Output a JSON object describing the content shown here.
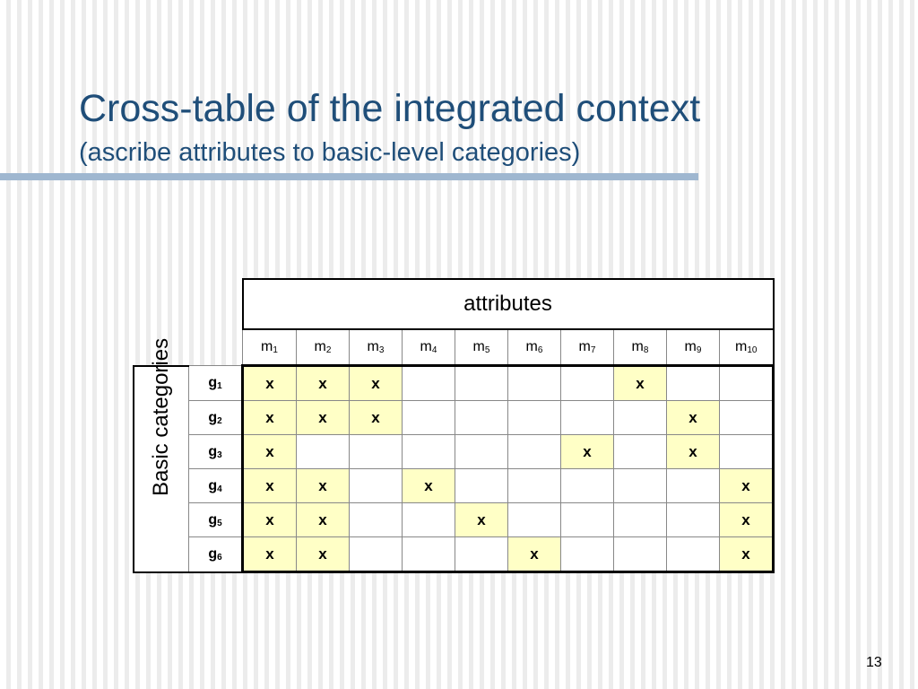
{
  "slide": {
    "title": "Cross-table of the integrated context",
    "subtitle": "(ascribe attributes to basic-level categories)",
    "page_number": "13"
  },
  "table": {
    "header_label": "attributes",
    "side_label": "Basic categories",
    "attributes": [
      {
        "base": "m",
        "sub": "1"
      },
      {
        "base": "m",
        "sub": "2"
      },
      {
        "base": "m",
        "sub": "3"
      },
      {
        "base": "m",
        "sub": "4"
      },
      {
        "base": "m",
        "sub": "5"
      },
      {
        "base": "m",
        "sub": "6"
      },
      {
        "base": "m",
        "sub": "7"
      },
      {
        "base": "m",
        "sub": "8"
      },
      {
        "base": "m",
        "sub": "9"
      },
      {
        "base": "m",
        "sub": "10"
      }
    ],
    "rows": [
      {
        "base": "g",
        "sub": "1",
        "cells": [
          "x",
          "x",
          "x",
          "",
          "",
          "",
          "",
          "x",
          "",
          ""
        ],
        "highlight": [
          1,
          1,
          1,
          0,
          0,
          0,
          0,
          1,
          0,
          0
        ]
      },
      {
        "base": "g",
        "sub": "2",
        "cells": [
          "x",
          "x",
          "x",
          "",
          "",
          "",
          "",
          "",
          "x",
          ""
        ],
        "highlight": [
          1,
          1,
          1,
          0,
          0,
          0,
          0,
          0,
          1,
          0
        ]
      },
      {
        "base": "g",
        "sub": "3",
        "cells": [
          "x",
          "",
          "",
          "",
          "",
          "",
          "x",
          "",
          "x",
          ""
        ],
        "highlight": [
          1,
          0,
          0,
          0,
          0,
          0,
          1,
          0,
          1,
          0
        ]
      },
      {
        "base": "g",
        "sub": "4",
        "cells": [
          "x",
          "x",
          "",
          "x",
          "",
          "",
          "",
          "",
          "",
          "x"
        ],
        "highlight": [
          1,
          1,
          0,
          1,
          0,
          0,
          0,
          0,
          0,
          1
        ]
      },
      {
        "base": "g",
        "sub": "5",
        "cells": [
          "x",
          "x",
          "",
          "",
          "x",
          "",
          "",
          "",
          "",
          "x"
        ],
        "highlight": [
          1,
          1,
          0,
          0,
          1,
          0,
          0,
          0,
          0,
          1
        ]
      },
      {
        "base": "g",
        "sub": "6",
        "cells": [
          "x",
          "x",
          "",
          "",
          "",
          "x",
          "",
          "",
          "",
          "x"
        ],
        "highlight": [
          1,
          1,
          0,
          0,
          0,
          1,
          0,
          0,
          0,
          1
        ]
      }
    ]
  }
}
